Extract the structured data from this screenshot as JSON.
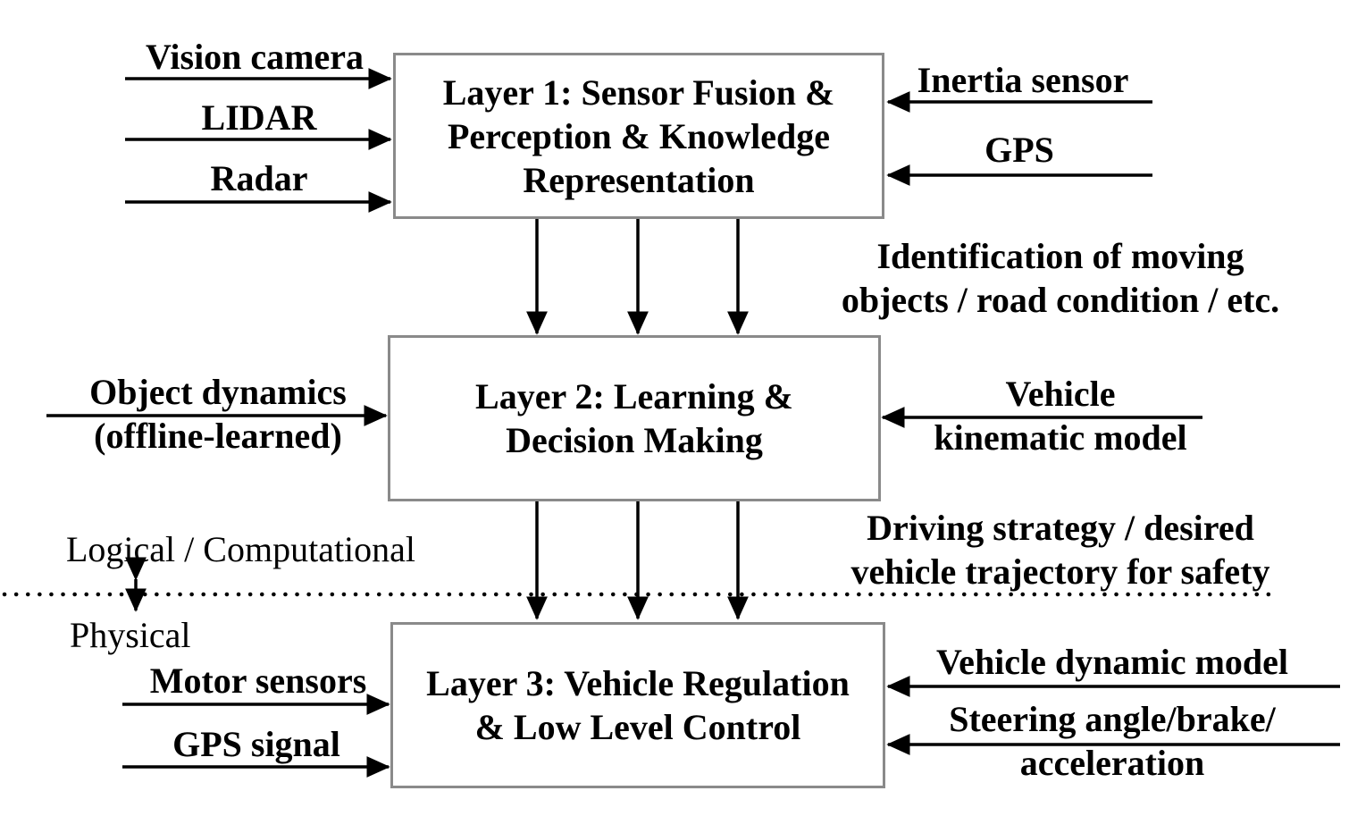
{
  "layers": [
    {
      "lines": [
        "Layer 1: Sensor Fusion &",
        "Perception & Knowledge",
        "Representation"
      ]
    },
    {
      "lines": [
        "Layer 2: Learning &",
        "Decision Making"
      ]
    },
    {
      "lines": [
        "Layer 3: Vehicle Regulation",
        "& Low Level Control"
      ]
    }
  ],
  "layer1_inputs": {
    "left": [
      "Vision camera",
      "LIDAR",
      "Radar"
    ],
    "right": [
      "Inertia sensor",
      "GPS"
    ]
  },
  "layer1_output_lines": [
    "Identification of moving",
    "objects / road condition / etc."
  ],
  "layer2_inputs": {
    "left_lines": [
      "Object dynamics",
      "(offline-learned)"
    ],
    "right_lines": [
      "Vehicle",
      "kinematic model"
    ]
  },
  "layer2_output_lines": [
    "Driving strategy / desired",
    "vehicle trajectory for safety"
  ],
  "boundary": {
    "upper_label": "Logical / Computational",
    "lower_label": "Physical"
  },
  "layer3_inputs": {
    "left": [
      "Motor sensors",
      "GPS signal"
    ],
    "right_line": "Vehicle dynamic model",
    "right_lines": [
      "Steering angle/brake/",
      "acceleration"
    ]
  },
  "colors": {
    "box_border": "#8a8a8a",
    "arrow": "#000000",
    "text": "#000000"
  }
}
